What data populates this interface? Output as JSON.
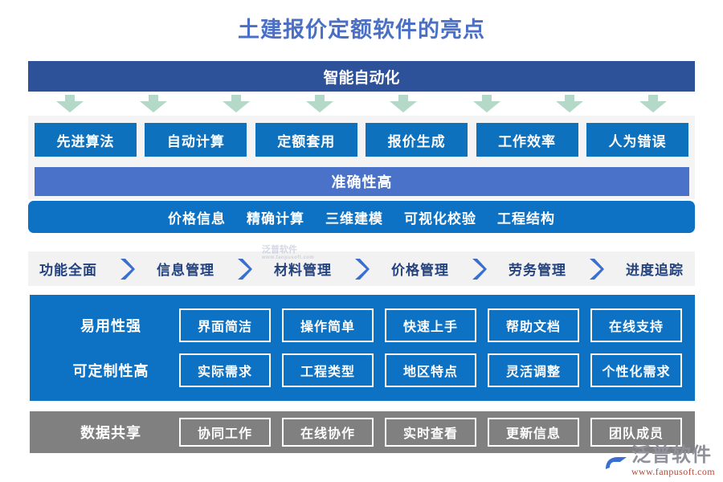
{
  "title": "土建报价定额软件的亮点",
  "title_color": "#4a6fc4",
  "colors": {
    "navy": "#2d5299",
    "blue": "#0d72c4",
    "mid_blue": "#4a72c8",
    "gray": "#808080",
    "arrow_green": "#b5d9c8",
    "band_gray": "#f2f2f2"
  },
  "section_automation": {
    "header": "智能自动化",
    "arrow_count": 8,
    "boxes": [
      "先进算法",
      "自动计算",
      "定额套用",
      "报价生成",
      "工作效率",
      "人为错误"
    ]
  },
  "section_accuracy": {
    "header": "准确性高",
    "items": [
      "价格信息",
      "精确计算",
      "三维建模",
      "可视化校验",
      "工程结构"
    ]
  },
  "section_features": {
    "steps": [
      "功能全面",
      "信息管理",
      "材料管理",
      "价格管理",
      "劳务管理",
      "进度追踪"
    ]
  },
  "section_usability": {
    "rows": [
      {
        "label": "易用性强",
        "cells": [
          "界面简洁",
          "操作简单",
          "快速上手",
          "帮助文档",
          "在线支持"
        ]
      },
      {
        "label": "可定制性高",
        "cells": [
          "实际需求",
          "工程类型",
          "地区特点",
          "灵活调整",
          "个性化需求"
        ]
      }
    ]
  },
  "section_sharing": {
    "label": "数据共享",
    "cells": [
      "协同工作",
      "在线协作",
      "实时查看",
      "更新信息",
      "团队成员"
    ]
  },
  "watermark": {
    "center_name": "泛普软件",
    "center_sub": "www.fanpusoft.com"
  },
  "brand": {
    "name": "泛普软件",
    "url": "www.fanpusoft.com"
  }
}
